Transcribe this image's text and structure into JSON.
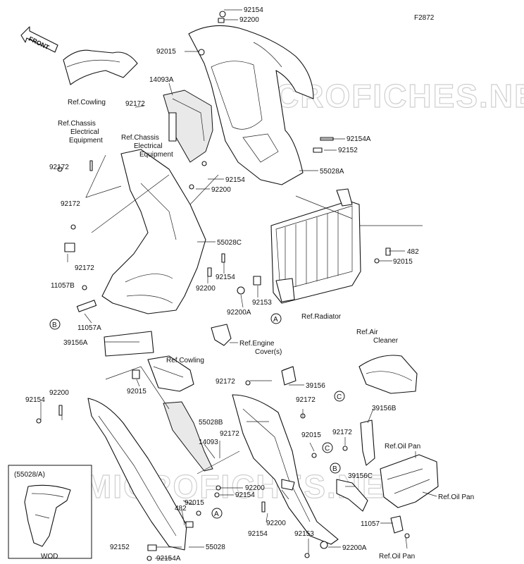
{
  "figure_code": "F2872",
  "front_arrow_label": "FRONT",
  "watermark": "MICROFICHES.NET",
  "inset": {
    "title": "(55028/A)",
    "footer": "WOD"
  },
  "callouts": [
    "A",
    "B",
    "C"
  ],
  "part_numbers": {
    "p92154_top": "92154",
    "p92200_top": "92200",
    "p92015_top": "92015",
    "p14093A": "14093A",
    "p92172_a": "92172",
    "p92172_b": "92172",
    "p92172_c": "92172",
    "p92172_d": "92172",
    "p92154A_r": "92154A",
    "p92152_r": "92152",
    "p55028A": "55028A",
    "p92154_mid": "92154",
    "p92200_mid": "92200",
    "p55028C": "55028C",
    "p482_r": "482",
    "p92015_r": "92015",
    "p11057B": "11057B",
    "p92154_b": "92154",
    "p92200_b": "92200",
    "p92153_a": "92153",
    "p92200A_a": "92200A",
    "p11057A": "11057A",
    "p39156A": "39156A",
    "p92015_lw": "92015",
    "p92172_lw": "92172",
    "p39156": "39156",
    "p92154_lw": "92154",
    "p92200_lw": "92200",
    "p92172_lw2": "92172",
    "p55028B": "55028B",
    "p92172_lw3": "92172",
    "p14093": "14093",
    "p92015_lw2": "92015",
    "p92172_lw4": "92172",
    "p39156B": "39156B",
    "p39156C": "39156C",
    "p92200_lw3": "92200",
    "p92154_lw3": "92154",
    "p92015_lw3": "92015",
    "p482_lw": "482",
    "p92200_lw4": "92200",
    "p92154_lw4": "92154",
    "p11057": "11057",
    "p92152_lw": "92152",
    "p55028": "55028",
    "p92153_lw": "92153",
    "p92200A_lw": "92200A",
    "p92154A_lw": "92154A"
  },
  "refs": {
    "cowling_top": "Ref.Cowling",
    "chassis_1a": "Ref.Chassis",
    "chassis_1b": "Electrical",
    "chassis_1c": "Equipment",
    "chassis_2a": "Ref.Chassis",
    "chassis_2b": "Electrical",
    "chassis_2c": "Equipment",
    "radiator": "Ref.Radiator",
    "engine_cover_a": "Ref.Engine",
    "engine_cover_b": "Cover(s)",
    "air_cleaner_a": "Ref.Air",
    "air_cleaner_b": "Cleaner",
    "cowling_mid": "Ref.Cowling",
    "oil_pan_1": "Ref.Oil Pan",
    "oil_pan_2": "Ref.Oil Pan"
  }
}
